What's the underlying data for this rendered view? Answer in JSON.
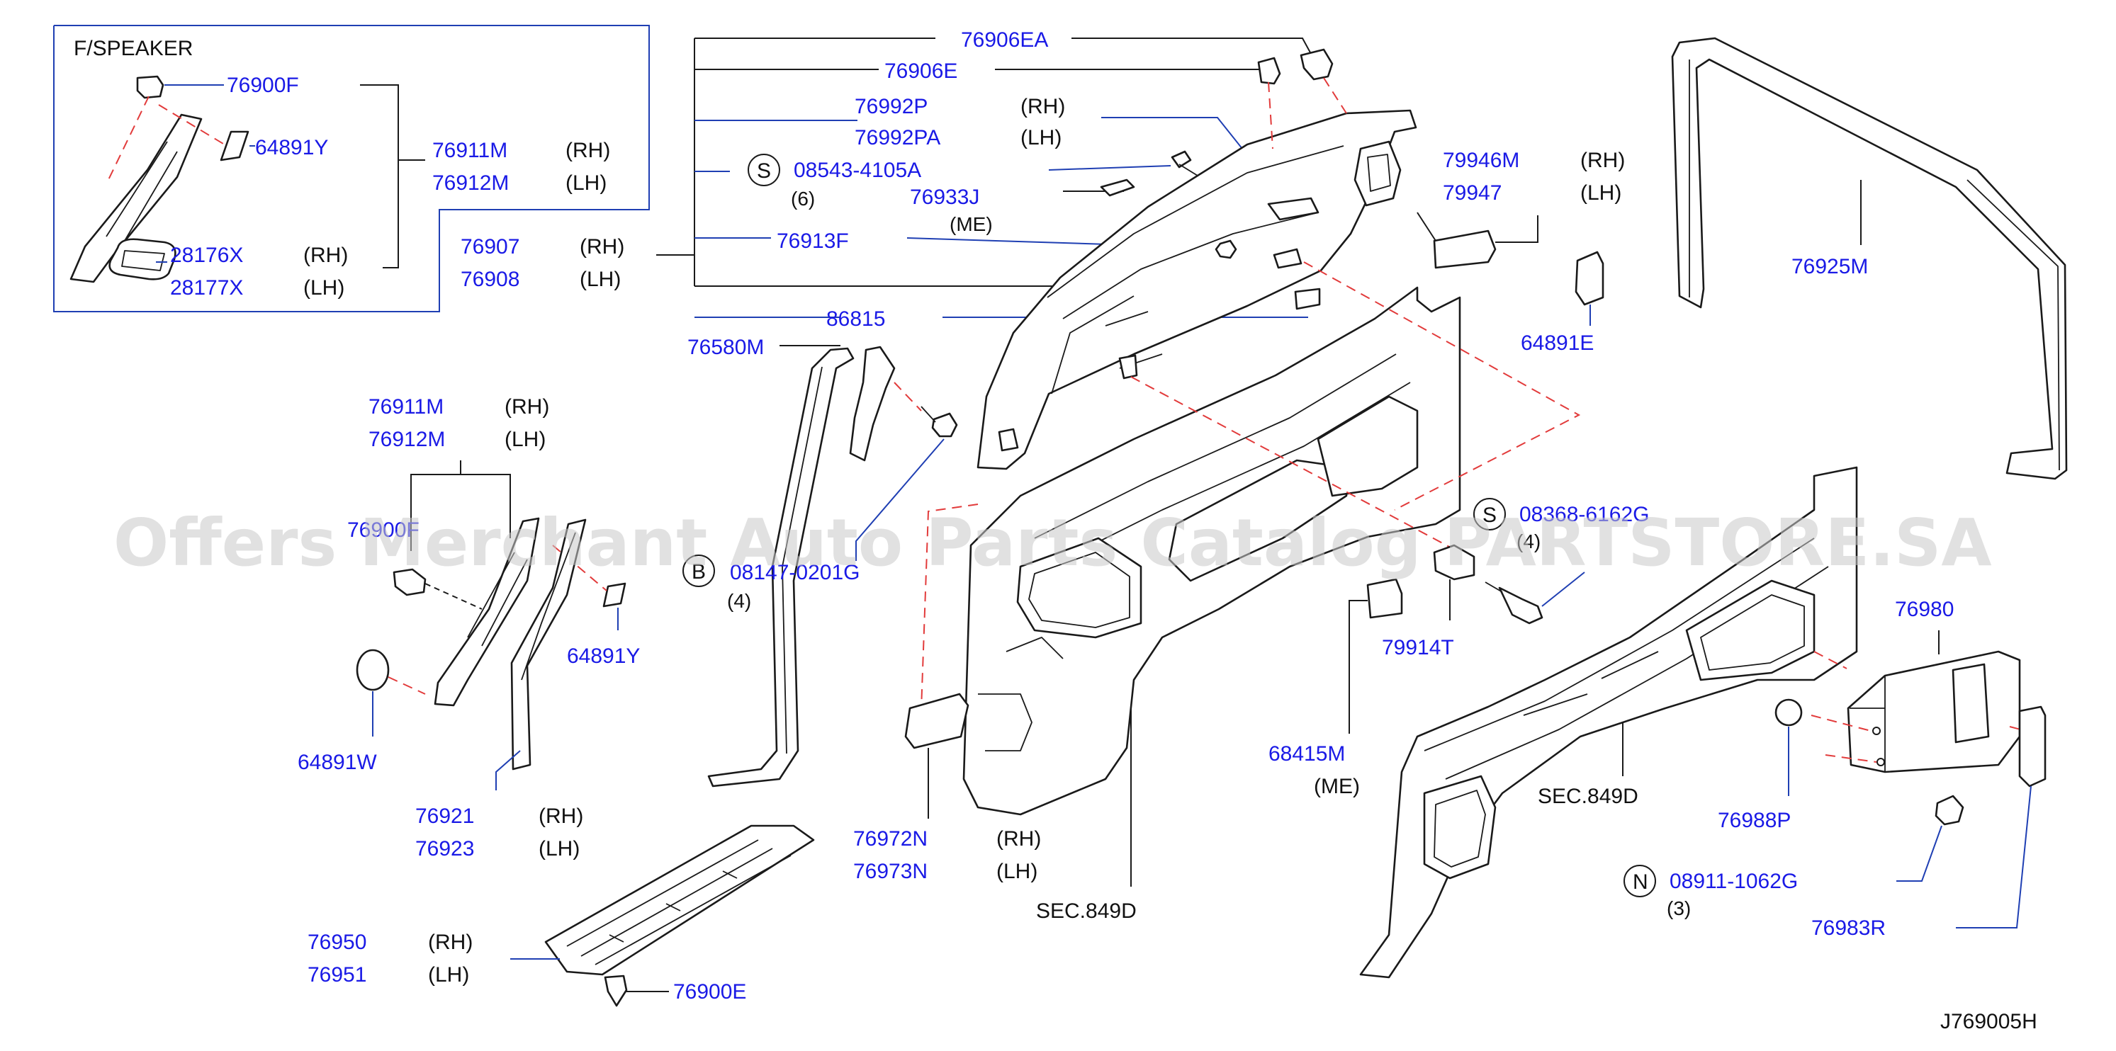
{
  "inset": {
    "title": "F/SPEAKER"
  },
  "colors": {
    "part_number": "#1a1ae6",
    "text": "#111111",
    "guide_line": "#e23b3b",
    "leader": "#1f3fb3",
    "watermark": "#c9c9c9"
  },
  "watermark": "Offers Merchant Auto Parts Catalog PARTSTORE.SA",
  "drawing_code": "J769005H",
  "labels": {
    "p_76900F_a": "76900F",
    "p_64891Y_a": "64891Y",
    "p_76911M_a": "76911M",
    "s_76911M_a": "(RH)",
    "p_76912M_a": "76912M",
    "s_76912M_a": "(LH)",
    "p_28176X": "28176X",
    "s_28176X": "(RH)",
    "p_28177X": "28177X",
    "s_28177X": "(LH)",
    "p_76907": "76907",
    "s_76907": "(RH)",
    "p_76908": "76908",
    "s_76908": "(LH)",
    "p_76906EA": "76906EA",
    "p_76906E_a": "76906E",
    "p_76992P": "76992P",
    "s_76992P": "(RH)",
    "p_76992PA": "76992PA",
    "s_76992PA": "(LH)",
    "c_S1": "S",
    "p_08543": "08543-4105A",
    "q_08543": "(6)",
    "p_76933J": "76933J",
    "s_76933J": "(ME)",
    "p_76913F": "76913F",
    "p_86815": "86815",
    "p_79946M": "79946M",
    "s_79946M": "(RH)",
    "p_79947": "79947",
    "s_79947": "(LH)",
    "p_64891E": "64891E",
    "p_76925M": "76925M",
    "p_76580M": "76580M",
    "p_76911M_b": "76911M",
    "s_76911M_b": "(RH)",
    "p_76912M_b": "76912M",
    "s_76912M_b": "(LH)",
    "p_76900F_b": "76900F",
    "c_B": "B",
    "p_08147": "08147-0201G",
    "q_08147": "(4)",
    "p_64891Y_b": "64891Y",
    "p_64891W": "64891W",
    "p_76921": "76921",
    "s_76921": "(RH)",
    "p_76923": "76923",
    "s_76923": "(LH)",
    "p_76950": "76950",
    "s_76950": "(RH)",
    "p_76951": "76951",
    "s_76951": "(LH)",
    "p_76900E": "76900E",
    "p_76972N": "76972N",
    "s_76972N": "(RH)",
    "p_76973N": "76973N",
    "s_76973N": "(LH)",
    "t_sec849d_a": "SEC.849D",
    "c_S2": "S",
    "p_08368": "08368-6162G",
    "q_08368": "(4)",
    "p_79914T": "79914T",
    "p_68415M": "68415M",
    "s_68415M": "(ME)",
    "t_sec849d_b": "SEC.849D",
    "p_76980": "76980",
    "p_76988P": "76988P",
    "c_N": "N",
    "p_08911": "08911-1062G",
    "q_08911": "(3)",
    "p_76983R": "76983R"
  }
}
